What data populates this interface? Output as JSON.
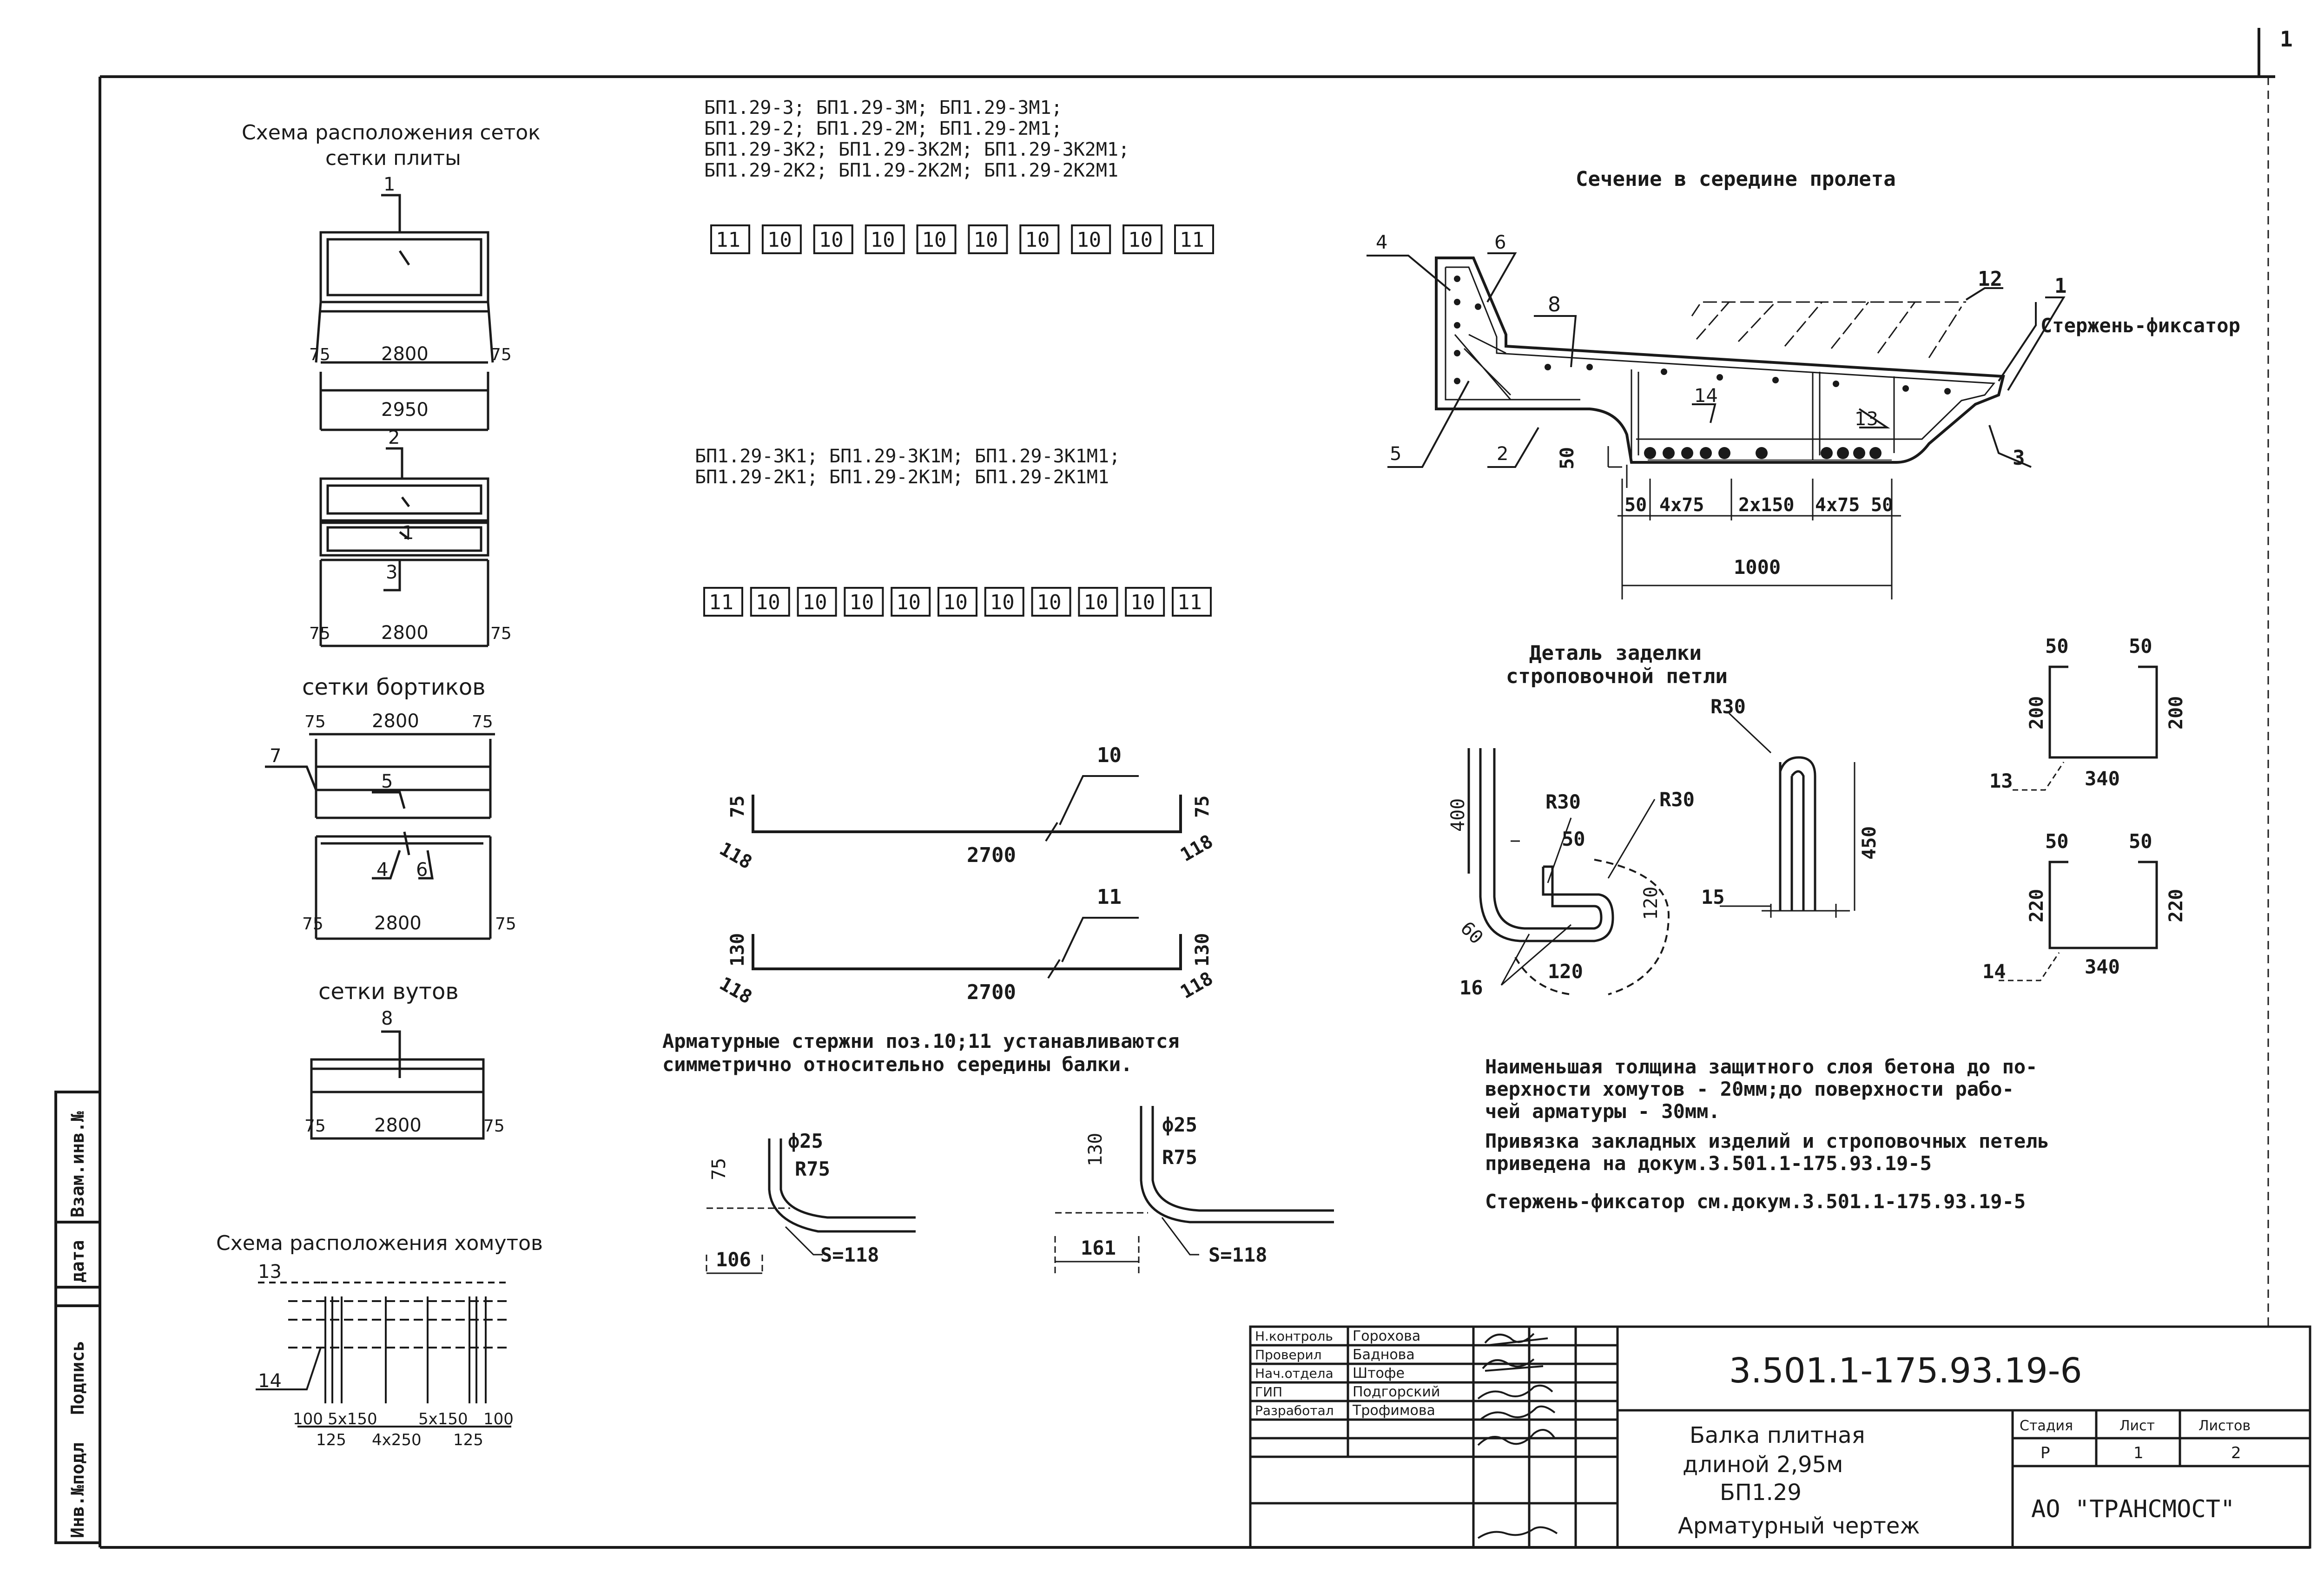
{
  "sheet_number": "1",
  "left_panel": {
    "mesh_scheme_title": "Схема расположения сеток",
    "slab_mesh_label": "сетки плиты",
    "mesh1_mark": "1",
    "mesh1_dim_left": "75",
    "mesh1_dim_inner": "2800",
    "mesh1_dim_right": "75",
    "mesh1_dim_total": "2950",
    "mesh2_mark": "2",
    "mesh2_inner_mark": "1",
    "mesh3_mark": "3",
    "mesh2_dim_left": "75",
    "mesh2_dim_inner": "2800",
    "mesh2_dim_right": "75",
    "rim_mesh_label": "сетки бортиков",
    "rim_dim_left": "75",
    "rim_dim_inner": "2800",
    "rim_dim_right": "75",
    "rim_mark_7": "7",
    "rim_mark_5": "5",
    "rim_mark_4": "4",
    "rim_mark_6": "6",
    "rim_dim2_left": "75",
    "rim_dim2_inner": "2800",
    "rim_dim2_right": "75",
    "haunch_mesh_label": "сетки вутов",
    "haunch_mark": "8",
    "haunch_dim_left": "75",
    "haunch_dim_inner": "2800",
    "haunch_dim_right": "75",
    "stirrup_scheme_title": "Схема расположения хомутов",
    "stirrup_mark_13": "13",
    "stirrup_mark_14": "14",
    "stirrup_dim_a": "100",
    "stirrup_dim_b": "5x150",
    "stirrup_dim_c": "5x150",
    "stirrup_dim_d": "100",
    "stirrup_dim_e": "125",
    "stirrup_dim_f": "4x250",
    "stirrup_dim_g": "125"
  },
  "middle_panel": {
    "group1_lines": [
      "БП1.29-3; БП1.29-3М; БП1.29-3М1;",
      "БП1.29-2; БП1.29-2М; БП1.29-2М1;",
      "БП1.29-3К2; БП1.29-3К2М; БП1.29-3К2М1;",
      "БП1.29-2К2; БП1.29-2К2М; БП1.29-2К2М1"
    ],
    "group1_bars": [
      "11",
      "10",
      "10",
      "10",
      "10",
      "10",
      "10",
      "10",
      "10",
      "11"
    ],
    "group2_lines": [
      "БП1.29-3К1; БП1.29-3К1М; БП1.29-3К1М1;",
      "БП1.29-2К1; БП1.29-2К1М; БП1.29-2К1М1"
    ],
    "group2_bars": [
      "11",
      "10",
      "10",
      "10",
      "10",
      "10",
      "10",
      "10",
      "10",
      "10",
      "11"
    ],
    "bar10_mark": "10",
    "bar10_end_left": "75",
    "bar10_end_right": "75",
    "bar10_bend_left": "118",
    "bar10_length": "2700",
    "bar10_bend_right": "118",
    "bar11_mark": "11",
    "bar11_end_left": "130",
    "bar11_end_right": "130",
    "bar11_bend_left": "118",
    "bar11_length": "2700",
    "bar11_bend_right": "118",
    "note_lines": [
      "Арматурные стержни поз.10;11 устанавливаются",
      "симметрично относительно середины балки."
    ],
    "detail_a": {
      "height": "75",
      "diameter": "ф25",
      "radius": "R75",
      "base": "106",
      "s": "S=118"
    },
    "detail_b": {
      "height": "130",
      "diameter": "ф25",
      "radius": "R75",
      "base": "161",
      "s": "S=118"
    }
  },
  "right_panel": {
    "section_title": "Сечение в середине пролета",
    "marks": {
      "m4": "4",
      "m6": "6",
      "m8": "8",
      "m12": "12",
      "m1": "1",
      "m14": "14",
      "m13": "13",
      "m5": "5",
      "m2": "2",
      "m3": "3"
    },
    "fixator_label": "Стержень-фиксатор",
    "dim_50_vertical": "50",
    "dim_bottom": [
      "50",
      "4x75",
      "2x150",
      "4x75",
      "50"
    ],
    "dim_total": "1000",
    "loop_detail_title_lines": [
      "Деталь заделки",
      "строповочной петли"
    ],
    "loop": {
      "r30_top": "R30",
      "dim400": "400",
      "r30_a": "R30",
      "r30_b": "R30",
      "dim50": "50",
      "dim120_v": "120",
      "dim60": "60",
      "dim120_h": "120",
      "mark16": "16",
      "dim450": "450",
      "mark15": "15"
    },
    "stirrup13": {
      "left_top": "50",
      "right_top": "50",
      "left_h": "200",
      "right_h": "200",
      "width": "340",
      "mark": "13"
    },
    "stirrup14": {
      "left_top": "50",
      "right_top": "50",
      "left_h": "220",
      "right_h": "220",
      "width": "340",
      "mark": "14"
    },
    "notes": [
      "Наименьшая толщина защитного слоя бетона до по-",
      "верхности хомутов - 20мм;до поверхности рабо-",
      "чей арматуры - 30мм.",
      "Привязка закладных изделий и строповочных петель",
      "приведена на докум.3.501.1-175.93.19-5",
      "Стержень-фиксатор см.докум.3.501.1-175.93.19-5"
    ]
  },
  "stamp": {
    "roles": [
      "Н.контроль",
      "Проверил",
      "Нач.отдела",
      "ГИП",
      "Разработал"
    ],
    "names": [
      "Горохова",
      "Баднова",
      "Штофе",
      "Подгорский",
      "Трофимова"
    ],
    "document_code": "3.501.1-175.93.19-6",
    "title_lines": [
      "Балка плитная",
      "длиной 2,95м",
      "БП1.29",
      "Арматурный чертеж"
    ],
    "stage_header": "Стадия",
    "sheet_header": "Лист",
    "sheets_header": "Листов",
    "stage_value": "Р",
    "sheet_value": "1",
    "sheets_value": "2",
    "organization": "АО \"ТРАНСМОСТ\""
  },
  "side_stamp": [
    "Взам.инв.№",
    "дата",
    "Подпись",
    "Инв.№подл"
  ]
}
